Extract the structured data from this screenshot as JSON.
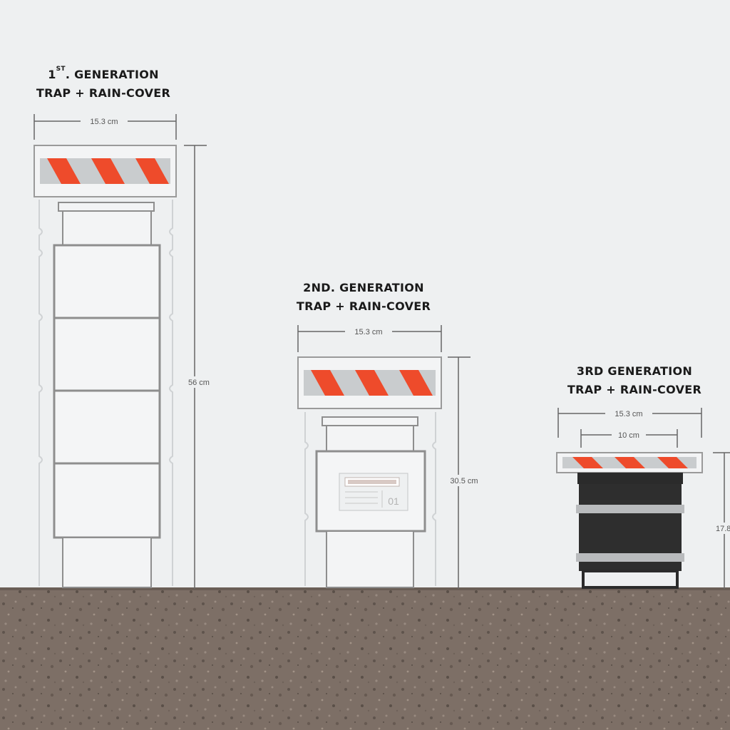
{
  "traps": [
    {
      "title_line1_prefix": "1",
      "title_line1_sup": "ST",
      "title_line1_suffix": ". GENERATION",
      "title_line2": "TRAP + RAIN-COVER",
      "width_label": "15.3 cm",
      "height_label": "56 cm"
    },
    {
      "title_line1": "2ND. GENERATION",
      "title_line2": "TRAP + RAIN-COVER",
      "width_label": "15.3 cm",
      "height_label": "30.5 cm",
      "panel_label": "01"
    },
    {
      "title_line1": "3RD GENERATION",
      "title_line2": "TRAP + RAIN-COVER",
      "width_label": "15.3 cm",
      "inner_width_label": "10 cm",
      "height_label": "17.8"
    }
  ],
  "colors": {
    "sky": "#eef0f1",
    "stripe": "#ee4b2b",
    "outline": "#8e8e8e",
    "trap3_body": "#2b2b2b",
    "ground": "#7d6f66"
  }
}
